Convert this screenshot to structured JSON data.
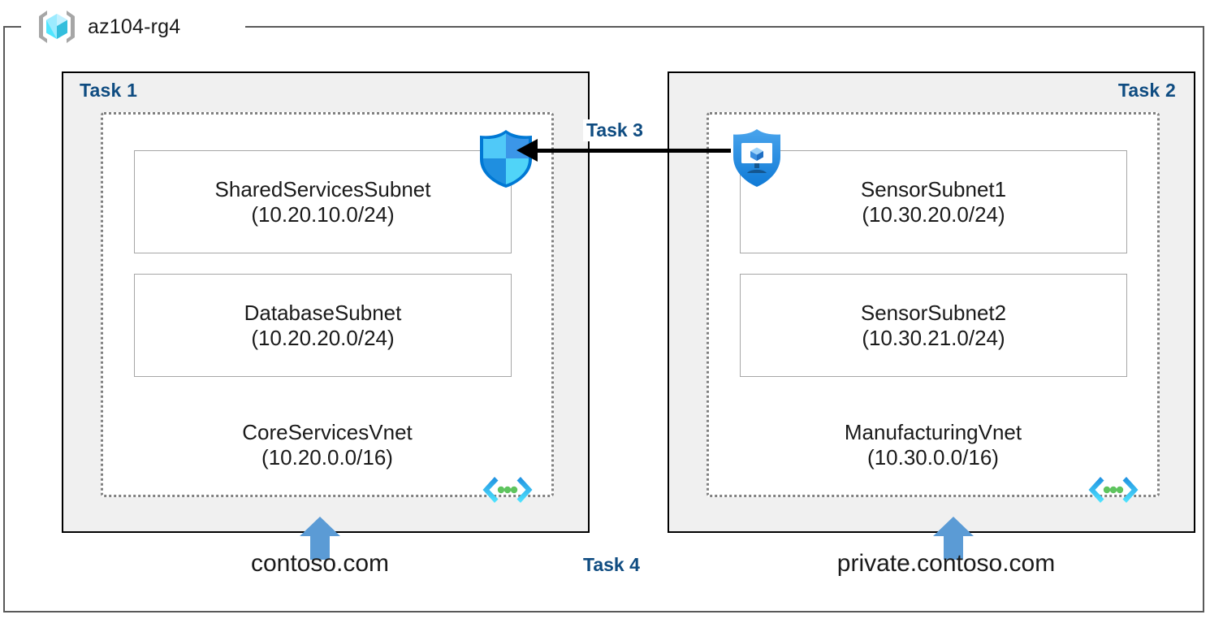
{
  "diagram": {
    "resource_group": {
      "name": "az104-rg4",
      "icon": "resource-group-cube-icon"
    },
    "panels": [
      {
        "id": "task1",
        "title": "Task 1",
        "vnet": {
          "name": "CoreServicesVnet",
          "cidr": "(10.20.0.0/16)",
          "icon": "virtual-network-icon"
        },
        "subnets": [
          {
            "name": "SharedServicesSubnet",
            "cidr": "(10.20.10.0/24)"
          },
          {
            "name": "DatabaseSubnet",
            "cidr": "(10.20.20.0/24)"
          }
        ],
        "dns_zone": "contoso.com",
        "icon": "shield-firewall-icon"
      },
      {
        "id": "task2",
        "title": "Task 2",
        "vnet": {
          "name": "ManufacturingVnet",
          "cidr": "(10.30.0.0/16)",
          "icon": "virtual-network-icon"
        },
        "subnets": [
          {
            "name": "SensorSubnet1",
            "cidr": "(10.30.20.0/24)"
          },
          {
            "name": "SensorSubnet2",
            "cidr": "(10.30.21.0/24)"
          }
        ],
        "dns_zone": "private.contoso.com",
        "icon": "shield-virtual-machine-icon"
      }
    ],
    "connections": [
      {
        "id": "task3",
        "label": "Task 3",
        "direction": "right-to-left",
        "icon": "left-arrow-icon"
      },
      {
        "id": "task4",
        "label": "Task 4",
        "icon": "up-arrow-icon"
      }
    ],
    "colors": {
      "task_label": "#0f4c81",
      "panel_fill": "#f0f0f0",
      "panel_border": "#000000",
      "vnet_border": "#808080",
      "subnet_border": "#a6a6a6",
      "arrow_blue": "#5b9bd5",
      "arrow_black": "#000000",
      "frame_border": "#595959",
      "icon_cyan": "#50e6ff",
      "icon_blue": "#0078d4",
      "icon_green": "#5ec45e"
    }
  }
}
